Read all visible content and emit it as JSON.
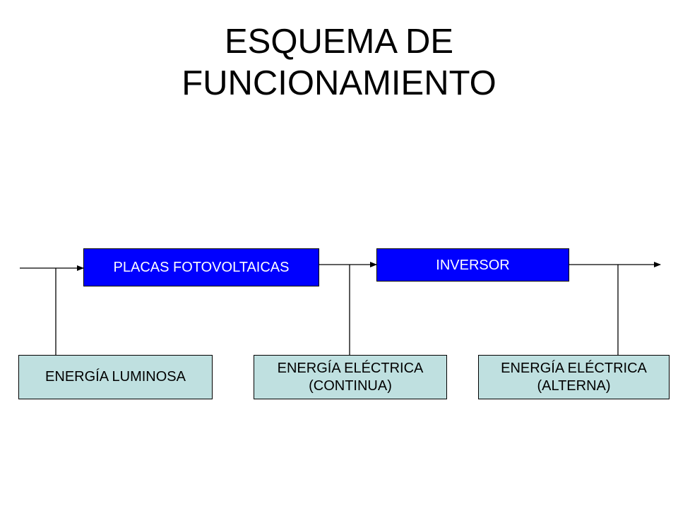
{
  "title": {
    "line1": "ESQUEMA DE",
    "line2": "FUNCIONAMIENTO"
  },
  "stages": {
    "placas": "PLACAS FOTOVOLTAICAS",
    "inversor": "INVERSOR"
  },
  "energies": {
    "luminosa": "ENERGÍA LUMINOSA",
    "continua_line1": "ENERGÍA ELÉCTRICA",
    "continua_line2": "(CONTINUA)",
    "alterna_line1": "ENERGÍA ELÉCTRICA",
    "alterna_line2": "(ALTERNA)"
  },
  "colors": {
    "stage_box": "#0000ff",
    "energy_box": "#bfe0e0",
    "line": "#000000"
  }
}
